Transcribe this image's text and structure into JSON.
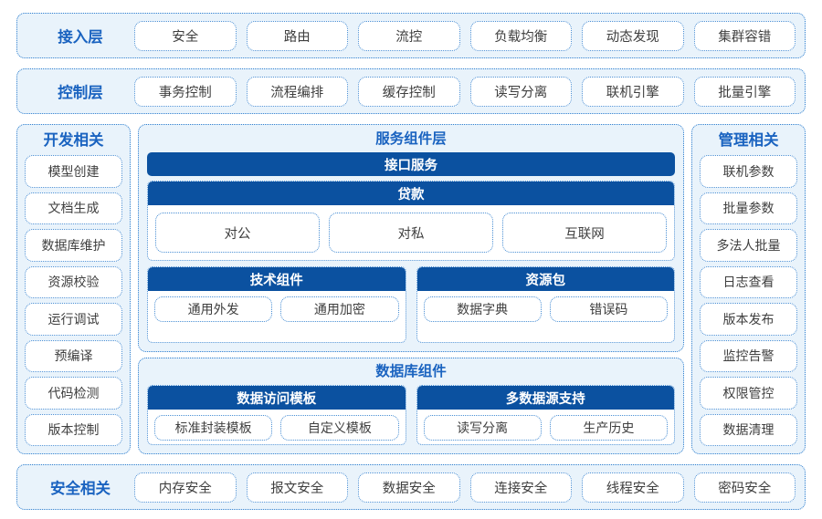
{
  "theme": {
    "panel_fill": "#e9f3fb",
    "panel_border": "#2f7fcf",
    "bar_blue": "#0b51a0",
    "title_blue": "#1a63c0",
    "pill_bg": "#ffffff",
    "pill_border": "#4a8fd4",
    "page_bg": "#ffffff"
  },
  "access_layer": {
    "title": "接入层",
    "items": [
      {
        "label": "安全"
      },
      {
        "label": "路由"
      },
      {
        "label": "流控"
      },
      {
        "label": "负载均衡"
      },
      {
        "label": "动态发现"
      },
      {
        "label": "集群容错"
      }
    ]
  },
  "control_layer": {
    "title": "控制层",
    "items": [
      {
        "label": "事务控制"
      },
      {
        "label": "流程编排"
      },
      {
        "label": "缓存控制"
      },
      {
        "label": "读写分离"
      },
      {
        "label": "联机引擎"
      },
      {
        "label": "批量引擎"
      }
    ]
  },
  "dev_column": {
    "title": "开发相关",
    "items": [
      {
        "label": "模型创建"
      },
      {
        "label": "文档生成"
      },
      {
        "label": "数据库维护"
      },
      {
        "label": "资源校验"
      },
      {
        "label": "运行调试"
      },
      {
        "label": "预编译"
      },
      {
        "label": "代码检测"
      },
      {
        "label": "版本控制"
      }
    ]
  },
  "manage_column": {
    "title": "管理相关",
    "items": [
      {
        "label": "联机参数"
      },
      {
        "label": "批量参数"
      },
      {
        "label": "多法人批量"
      },
      {
        "label": "日志查看"
      },
      {
        "label": "版本发布"
      },
      {
        "label": "监控告警"
      },
      {
        "label": "权限管控"
      },
      {
        "label": "数据清理"
      }
    ]
  },
  "service_layer": {
    "title": "服务组件层",
    "interface_bar": "接口服务",
    "loan": {
      "header": "贷款",
      "items": [
        {
          "label": "对公"
        },
        {
          "label": "对私"
        },
        {
          "label": "互联网"
        }
      ]
    },
    "sub_groups": [
      {
        "header": "技术组件",
        "items": [
          {
            "label": "通用外发"
          },
          {
            "label": "通用加密"
          }
        ]
      },
      {
        "header": "资源包",
        "items": [
          {
            "label": "数据字典"
          },
          {
            "label": "错误码"
          }
        ]
      }
    ]
  },
  "database_layer": {
    "title": "数据库组件",
    "sub_groups": [
      {
        "header": "数据访问模板",
        "items": [
          {
            "label": "标准封装模板"
          },
          {
            "label": "自定义模板"
          }
        ]
      },
      {
        "header": "多数据源支持",
        "items": [
          {
            "label": "读写分离"
          },
          {
            "label": "生产历史"
          }
        ]
      }
    ]
  },
  "security_layer": {
    "title": "安全相关",
    "items": [
      {
        "label": "内存安全"
      },
      {
        "label": "报文安全"
      },
      {
        "label": "数据安全"
      },
      {
        "label": "连接安全"
      },
      {
        "label": "线程安全"
      },
      {
        "label": "密码安全"
      }
    ]
  }
}
